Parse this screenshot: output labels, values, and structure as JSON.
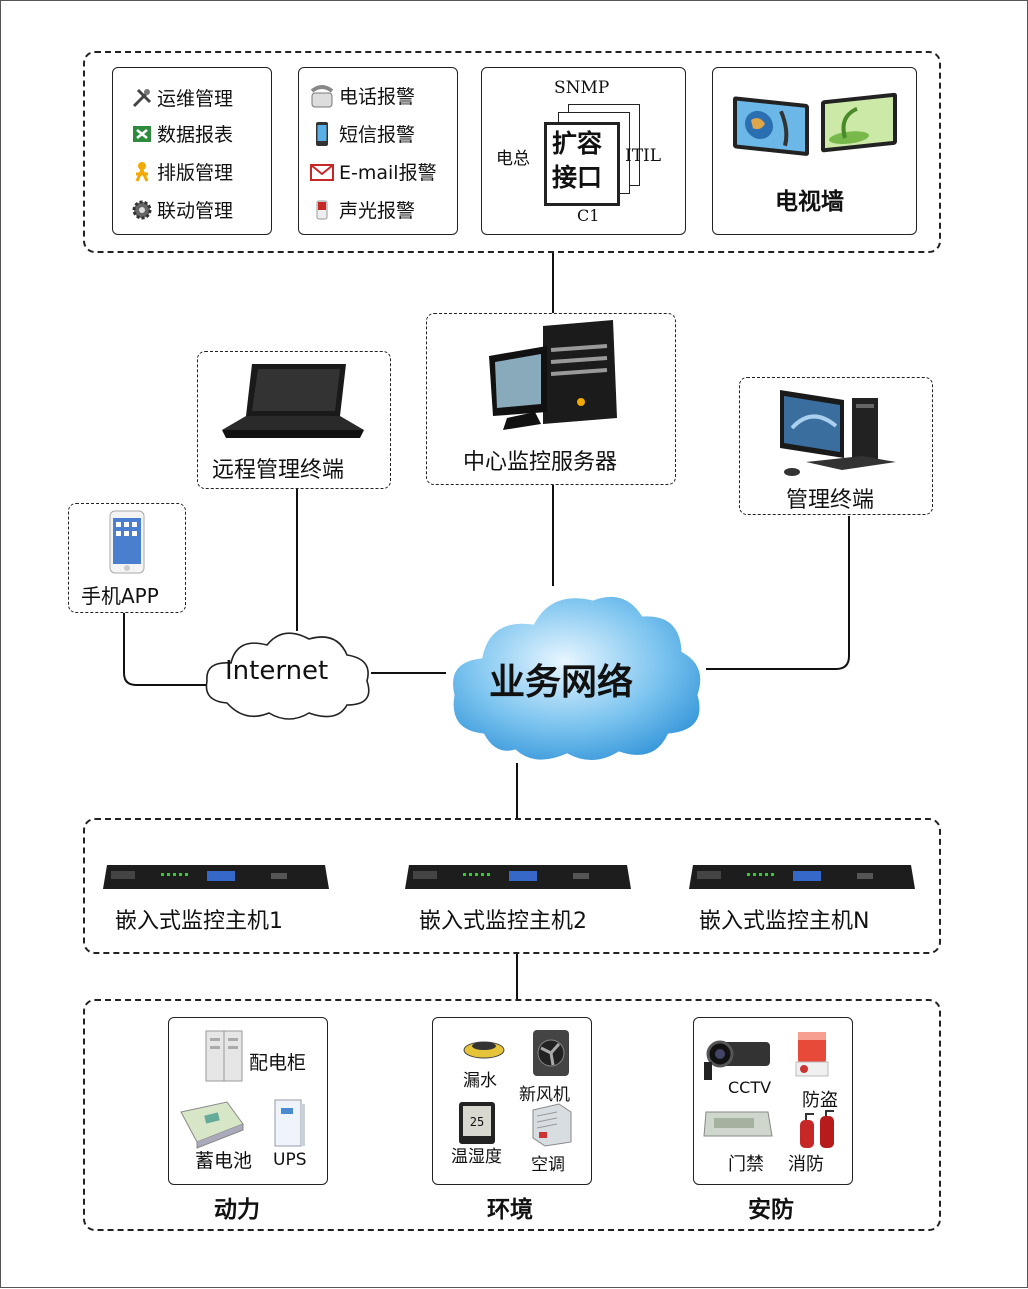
{
  "top": {
    "management": [
      "运维管理",
      "数据报表",
      "排版管理",
      "联动管理"
    ],
    "alarms": [
      "电话报警",
      "短信报警",
      "E-mail报警",
      "声光报警"
    ],
    "interface": {
      "main": [
        "扩容",
        "接口"
      ],
      "snmp": "SNMP",
      "left": "电总",
      "right": "ITIL",
      "bottom": "C1"
    },
    "tv_wall": "电视墙"
  },
  "nodes": {
    "server": "中心监控服务器",
    "remote": "远程管理终端",
    "mobile": "手机APP",
    "terminal": "管理终端",
    "internet": "Internet",
    "business_network": "业务网络"
  },
  "hosts": [
    "嵌入式监控主机1",
    "嵌入式监控主机2",
    "嵌入式监控主机N"
  ],
  "groups": {
    "power": {
      "title": "动力",
      "items": [
        "配电柜",
        "蓄电池",
        "UPS"
      ]
    },
    "environment": {
      "title": "环境",
      "items": [
        "漏水",
        "新风机",
        "温湿度",
        "空调"
      ]
    },
    "security": {
      "title": "安防",
      "items": [
        "CCTV",
        "防盗",
        "门禁",
        "消防"
      ]
    }
  },
  "colors": {
    "cloud_blue": "#3aa0e0",
    "border": "#222222"
  }
}
